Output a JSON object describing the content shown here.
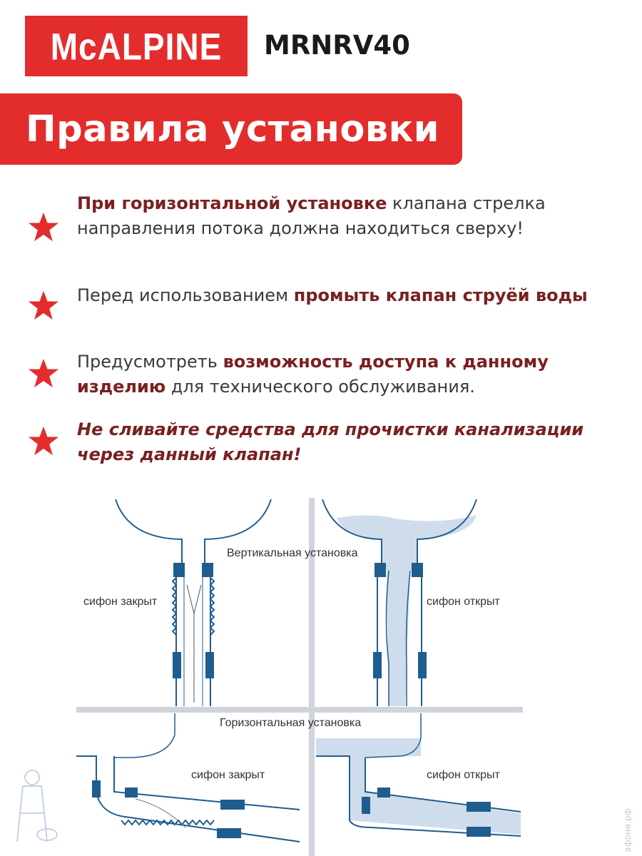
{
  "header": {
    "brand_prefix": "Mc",
    "brand_suffix": "ALPINE",
    "model": "MRNRV40"
  },
  "banner": {
    "title": "Правила установки"
  },
  "rules": [
    {
      "parts": [
        {
          "text": "При горизонтальной установке",
          "style": "bold"
        },
        {
          "text": " клапана стрелка направления потока должна находиться сверху!",
          "style": "normal"
        }
      ]
    },
    {
      "parts": [
        {
          "text": "Перед использованием ",
          "style": "normal"
        },
        {
          "text": "промыть клапан струёй воды",
          "style": "bold"
        }
      ]
    },
    {
      "parts": [
        {
          "text": "Предусмотреть ",
          "style": "normal"
        },
        {
          "text": "возможность доступа к данному изделию",
          "style": "bold"
        },
        {
          "text": " для технического обслуживания.",
          "style": "normal"
        }
      ]
    },
    {
      "parts": [
        {
          "text": "Не сливайте средства для прочистки канализации через данный клапан!",
          "style": "warn"
        }
      ]
    }
  ],
  "diagram": {
    "vertical_title": "Вертикальная установка",
    "horizontal_title": "Горизонтальная установка",
    "v_closed": "сифон закрыт",
    "v_open": "сифон открыт",
    "h_closed": "сифон закрыт",
    "h_open": "сифон открыт"
  },
  "watermark": "афоня.рф",
  "colors": {
    "accent": "#e32d2d",
    "text_accent": "#7a2020",
    "pipe": "#1f5d8f",
    "water": "#cfdcec"
  }
}
